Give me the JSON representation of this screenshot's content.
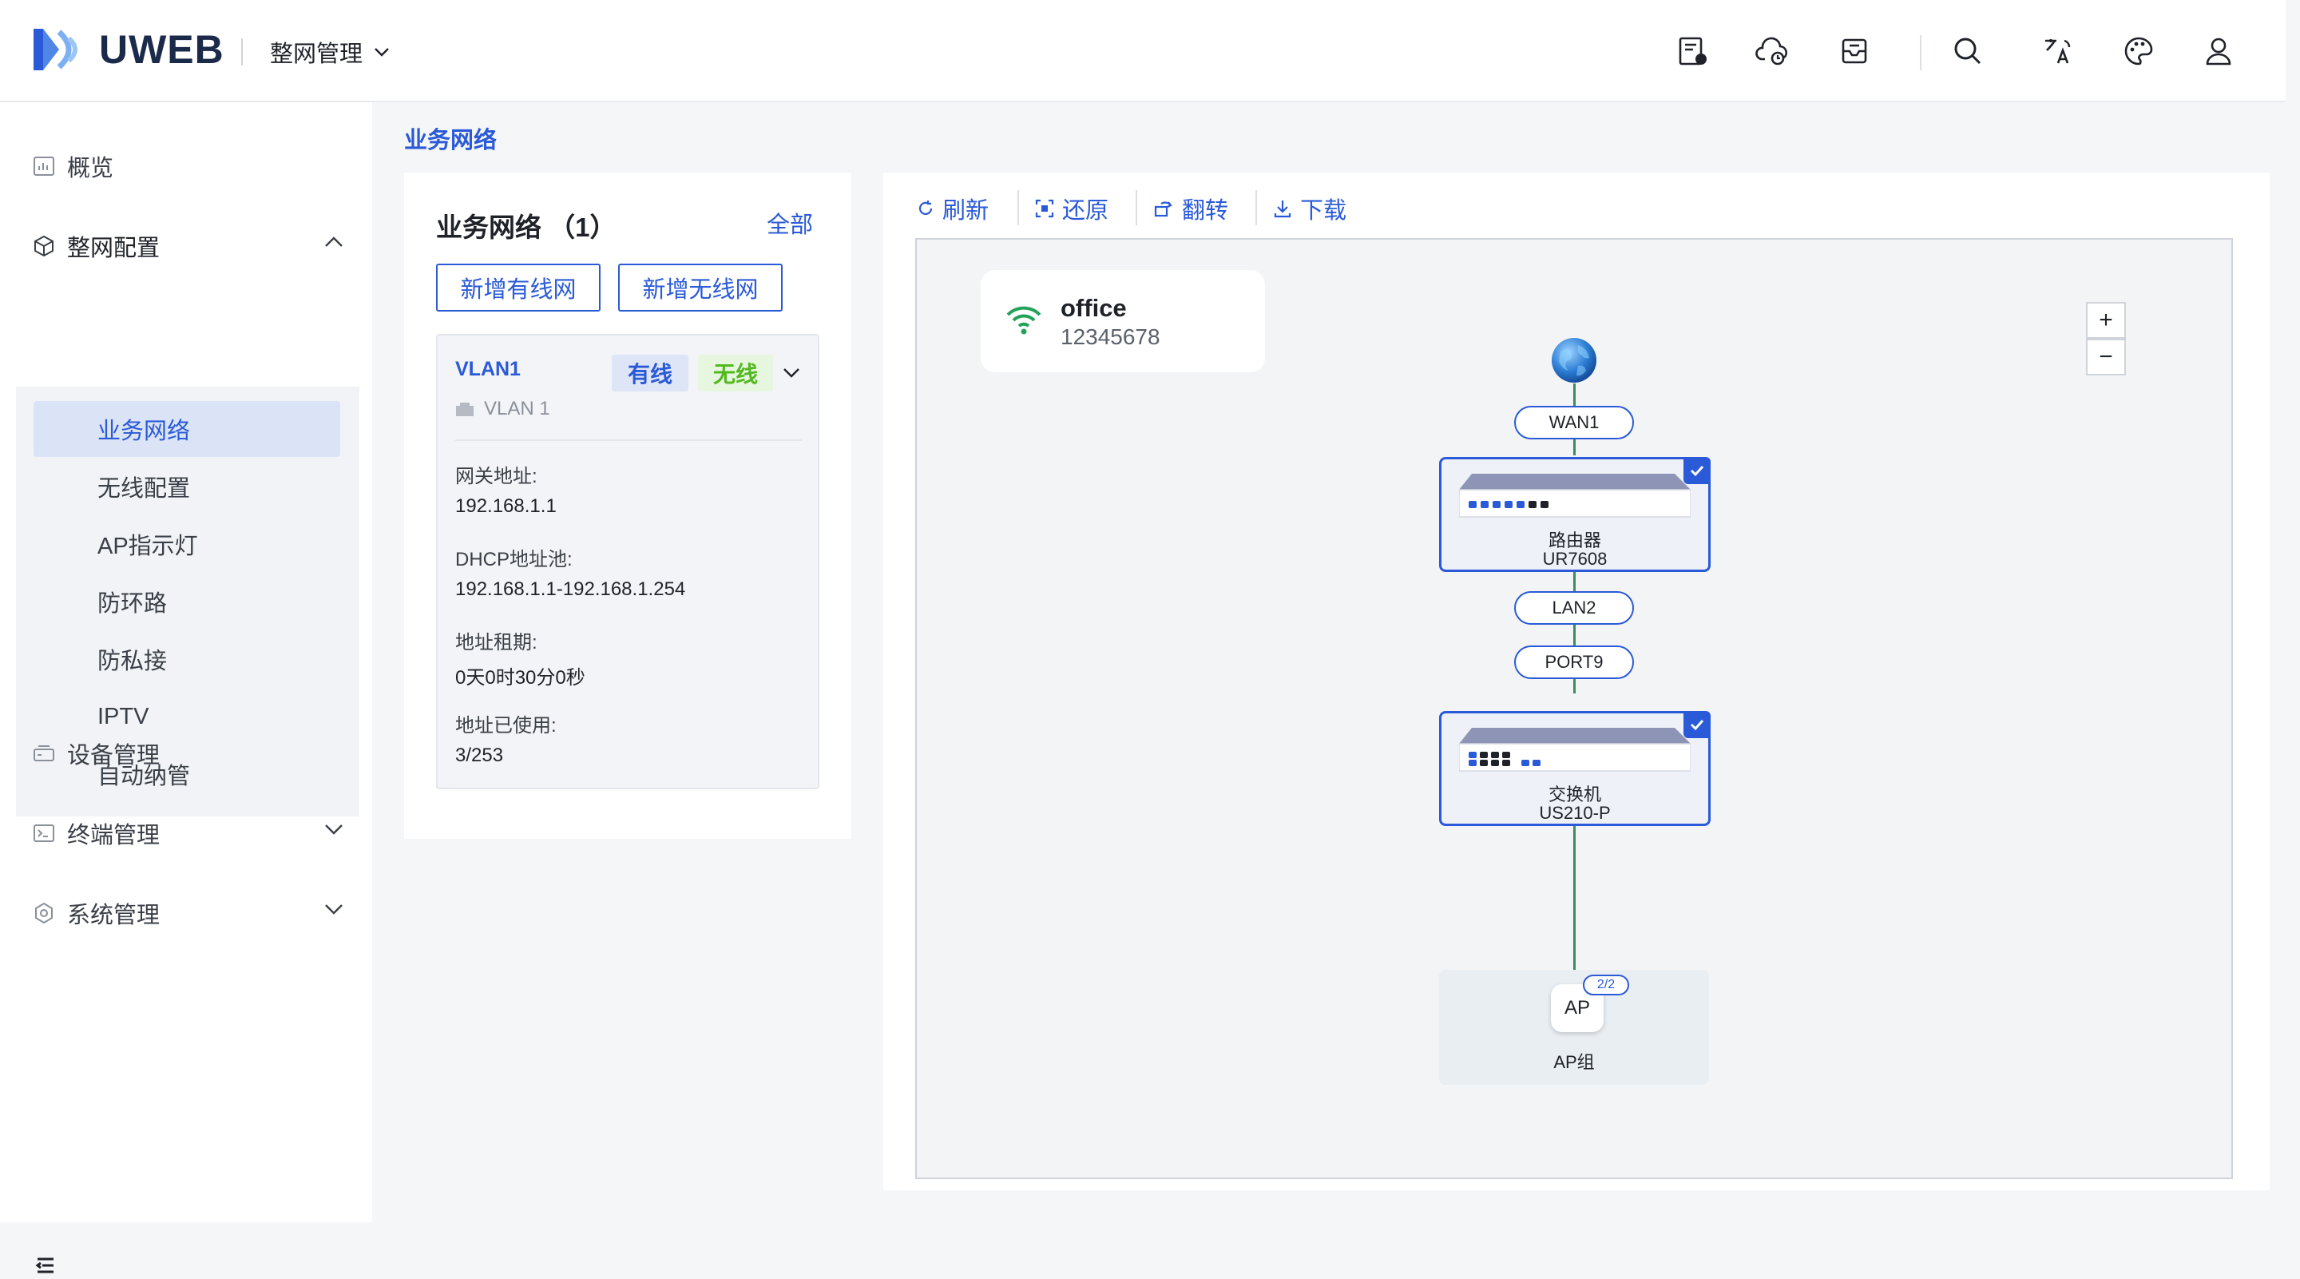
{
  "header": {
    "brand": "UWEB",
    "scope_label": "整网管理",
    "icons": [
      "config-icon",
      "cloud-icon",
      "message-icon",
      "search-icon",
      "language-icon",
      "theme-icon",
      "user-icon"
    ]
  },
  "sidebar": {
    "items": [
      {
        "label": "概览",
        "icon": "chart-icon"
      },
      {
        "label": "整网配置",
        "icon": "cube-icon",
        "expanded": true
      },
      {
        "label": "设备管理",
        "icon": "device-icon"
      },
      {
        "label": "终端管理",
        "icon": "terminal-icon"
      },
      {
        "label": "系统管理",
        "icon": "settings-icon"
      }
    ],
    "sub_items": [
      "业务网络",
      "无线配置",
      "AP指示灯",
      "防环路",
      "防私接",
      "IPTV",
      "自动纳管"
    ],
    "active_sub": "业务网络"
  },
  "breadcrumb": "业务网络",
  "vlan_panel": {
    "title": "业务网络 （1）",
    "all_link": "全部",
    "add_wired": "新增有线网",
    "add_wireless": "新增无线网",
    "card": {
      "name": "VLAN1",
      "tag_wired": "有线",
      "tag_wireless": "无线",
      "sub_name": "VLAN 1",
      "gateway_label": "网关地址:",
      "gateway": "192.168.1.1",
      "dhcp_label": "DHCP地址池:",
      "dhcp": "192.168.1.1-192.168.1.254",
      "lease_label": "地址租期:",
      "lease": "0天0时30分0秒",
      "used_label": "地址已使用:",
      "used": "3/253"
    }
  },
  "toolbar": {
    "refresh": "刷新",
    "restore": "还原",
    "flip": "翻转",
    "download": "下载"
  },
  "topology": {
    "network_name": "office",
    "network_id": "12345678",
    "zoom_in": "+",
    "zoom_out": "−",
    "wan_port": "WAN1",
    "router": {
      "type": "路由器",
      "model": "UR7608"
    },
    "lan_port": "LAN2",
    "switch_port": "PORT9",
    "switch": {
      "type": "交换机",
      "model": "US210-P"
    },
    "ap_group": {
      "label": "AP组",
      "icon_text": "AP",
      "badge": "2/2"
    }
  },
  "colors": {
    "accent": "#2a5ad7",
    "wired_tag_bg": "#dde5f7",
    "wireless_tag_bg": "#e7f6df",
    "wireless_tag_text": "#52b91f",
    "link": "#3f8a5f"
  }
}
